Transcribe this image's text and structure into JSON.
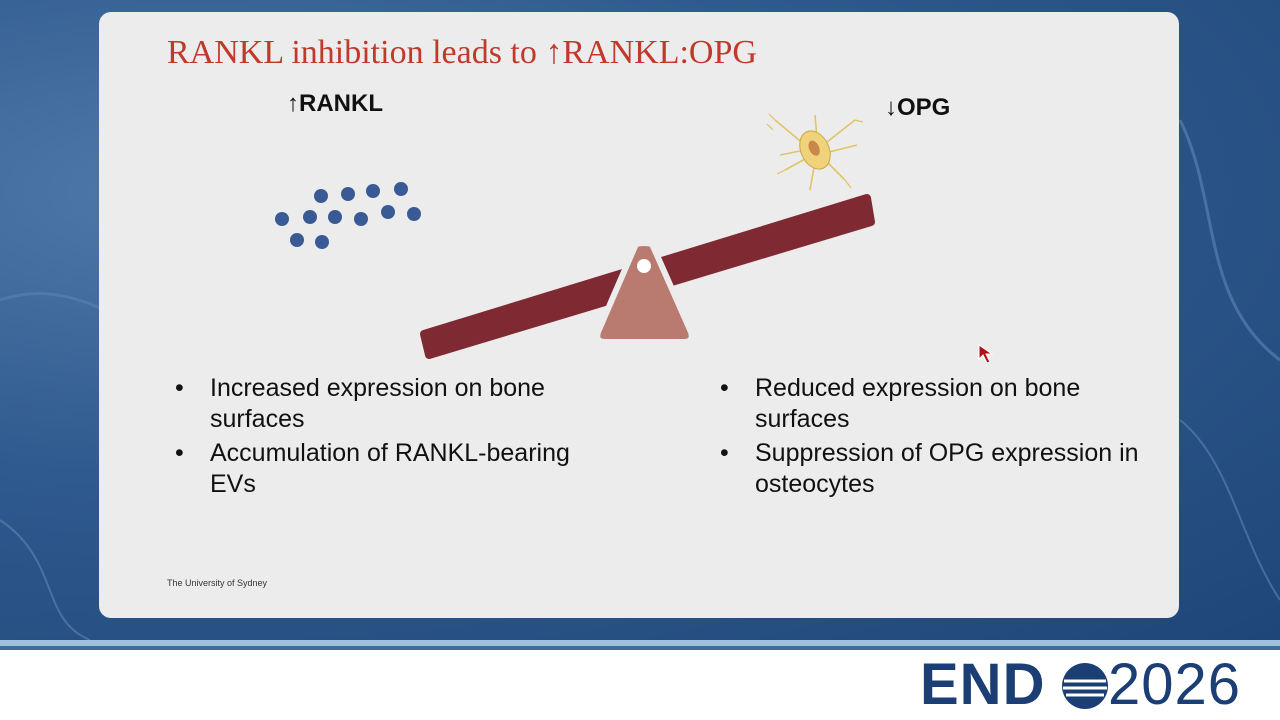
{
  "slide": {
    "title": "RANKL inhibition leads to ↑RANKL:OPG",
    "left_label": "↑RANKL",
    "right_label": "↓OPG",
    "left_bullets": [
      "Increased expression on bone surfaces",
      "Accumulation of RANKL-bearing EVs"
    ],
    "right_bullets": [
      "Reduced expression on bone surfaces",
      "Suppression of OPG expression in osteocytes"
    ],
    "credit": "The University of Sydney"
  },
  "branding": {
    "logo_word": "END",
    "logo_year": "2026"
  },
  "icons": [
    "rankl-particles-icon",
    "seesaw-icon",
    "osteocyte-icon",
    "globe-icon",
    "mouse-cursor-icon"
  ],
  "colors": {
    "title": "#c0392b",
    "seesaw_beam": "#7f2a33",
    "seesaw_fulcrum": "#b97a70",
    "particles": "#3a5a95",
    "logo": "#1b3e75"
  }
}
